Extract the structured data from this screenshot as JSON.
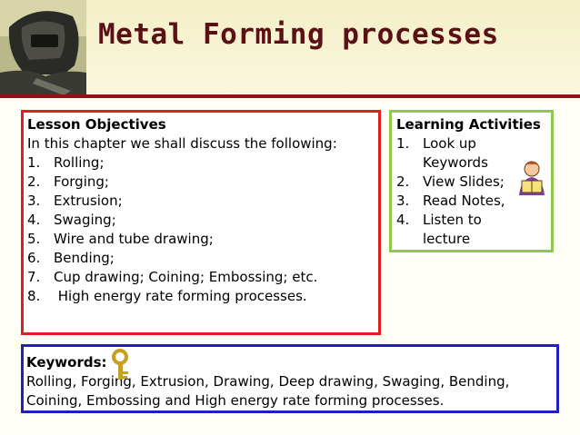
{
  "title": "Metal Forming processes",
  "objectives": {
    "heading": "Lesson Objectives",
    "intro": "In this chapter we shall discuss the following:",
    "items": [
      {
        "num": "1.",
        "text": "Rolling;"
      },
      {
        "num": "2.",
        "text": "Forging;"
      },
      {
        "num": "3.",
        "text": "Extrusion;"
      },
      {
        "num": "4.",
        "text": "Swaging;"
      },
      {
        "num": "5.",
        "text": "Wire and tube drawing;"
      },
      {
        "num": "6.",
        "text": "Bending;"
      },
      {
        "num": "7.",
        "text": "Cup drawing; Coining; Embossing; etc."
      },
      {
        "num": "8.",
        "text": " High energy rate forming processes."
      }
    ]
  },
  "activities": {
    "heading": "Learning Activities",
    "items": [
      {
        "num": "1.",
        "line1": "Look up",
        "line2": "Keywords"
      },
      {
        "num": "2.",
        "text": "View Slides;"
      },
      {
        "num": "3.",
        "text": "Read Notes,"
      },
      {
        "num": "4.",
        "line1": "Listen to",
        "line2": "lecture"
      }
    ]
  },
  "keywords": {
    "heading": "Keywords:",
    "line1": "Rolling, Forging, Extrusion, Drawing, Deep drawing, Swaging, Bending,",
    "line2": "Coining, Embossing and High energy rate forming processes."
  },
  "colors": {
    "title": "#5a1014",
    "objectives_border": "#e02020",
    "activities_border": "#92c84a",
    "keywords_border": "#2020c0"
  },
  "icons": [
    "welder-photo",
    "reading-person-icon",
    "key-icon"
  ]
}
